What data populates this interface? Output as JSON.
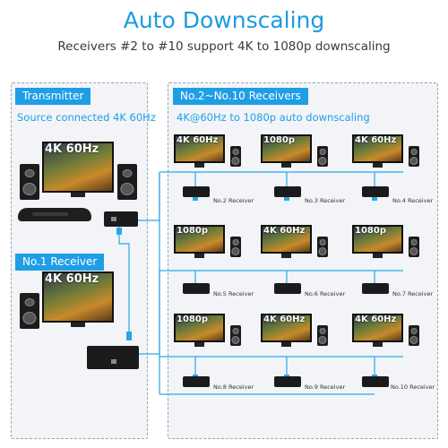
{
  "header": {
    "title": "Auto Downscaling",
    "subtitle": "Receivers #2 to #10 support 4K to 1080p downscaling"
  },
  "transmitter_section": {
    "tag": "Transmitter",
    "note": "Source connected 4K 60Hz",
    "tv_resolution": "4K 60Hz"
  },
  "receiver1_section": {
    "tag": "No.1  Receiver",
    "tv_resolution": "4K 60Hz"
  },
  "multi_section": {
    "tag": "No.2~No.10  Receivers",
    "note": "4K@60Hz to 1080p auto downscaling",
    "receivers": [
      {
        "resolution": "4K 60Hz",
        "label": "No.2 Receiver"
      },
      {
        "resolution": "1080p",
        "label": "No.3 Receiver"
      },
      {
        "resolution": "4K 60Hz",
        "label": "No.4 Receiver"
      },
      {
        "resolution": "1080p",
        "label": "No.5 Receiver"
      },
      {
        "resolution": "4K 60Hz",
        "label": "No.6 Receiver"
      },
      {
        "resolution": "1080p",
        "label": "No.7 Receiver"
      },
      {
        "resolution": "1080p",
        "label": "No.8 Receiver"
      },
      {
        "resolution": "4K 60Hz",
        "label": "No.9 Receiver"
      },
      {
        "resolution": "4K 60Hz",
        "label": "No.10 Receiver"
      }
    ]
  },
  "colors": {
    "accent": "#1f9ee6",
    "cable": "#2aa7e8",
    "panel_bg": "#f2f4f7"
  }
}
